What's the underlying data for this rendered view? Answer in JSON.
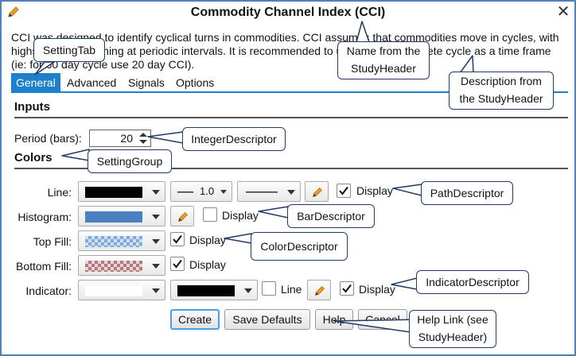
{
  "dialog": {
    "title": "Commodity Channel Index (CCI)",
    "close_glyph": "✕",
    "description_line1": "CCI was designed to identify cyclical turns in commodities.  CCI assumes that commodities move in cycles, with",
    "description_line2": "highs and lows coming at periodic intervals.  It is recommended to use 1/3 of a complete cycle as a time frame",
    "description_line3": "(ie: for 60 day cycle use 20 day CCI)."
  },
  "tabs": [
    {
      "label": "General",
      "active": true
    },
    {
      "label": "Advanced",
      "active": false
    },
    {
      "label": "Signals",
      "active": false
    },
    {
      "label": "Options",
      "active": false
    }
  ],
  "inputs": {
    "section_title": "Inputs",
    "period_label": "Period (bars):",
    "period_value": "20"
  },
  "colors": {
    "section_title": "Colors",
    "line": {
      "label": "Line:",
      "color": "#000000",
      "width": "1.0",
      "display_label": "Display",
      "display_checked": true
    },
    "histogram": {
      "label": "Histogram:",
      "color": "#4a80c0",
      "display_label": "Display",
      "display_checked": false
    },
    "top_fill": {
      "label": "Top Fill:",
      "color": "#7fa9dc",
      "display_label": "Display",
      "display_checked": true
    },
    "bottom_fill": {
      "label": "Bottom Fill:",
      "color": "#b07a80",
      "display_label": "Display",
      "display_checked": true
    },
    "indicator": {
      "label": "Indicator:",
      "color1": "#ffffff",
      "color2": "#000000",
      "line_label": "Line",
      "line_checked": false,
      "display_label": "Display",
      "display_checked": true
    }
  },
  "buttons": {
    "create": "Create",
    "save_defaults": "Save Defaults",
    "help": "Help",
    "cancel": "Cancel"
  },
  "callouts": {
    "setting_tab": "SettingTab",
    "name": [
      "Name from the",
      "StudyHeader"
    ],
    "description": [
      "Description from",
      "the StudyHeader"
    ],
    "integer": "IntegerDescriptor",
    "setting_group": "SettingGroup",
    "path": "PathDescriptor",
    "bar": "BarDescriptor",
    "color": "ColorDescriptor",
    "indicator": "IndicatorDescriptor",
    "help_link": [
      "Help Link (see",
      "StudyHeader)"
    ]
  },
  "theme": {
    "accent": "#1e7fcb",
    "border": "#4f81bd",
    "callout_border": "#1f3b66",
    "pencil": "#f0a020"
  }
}
